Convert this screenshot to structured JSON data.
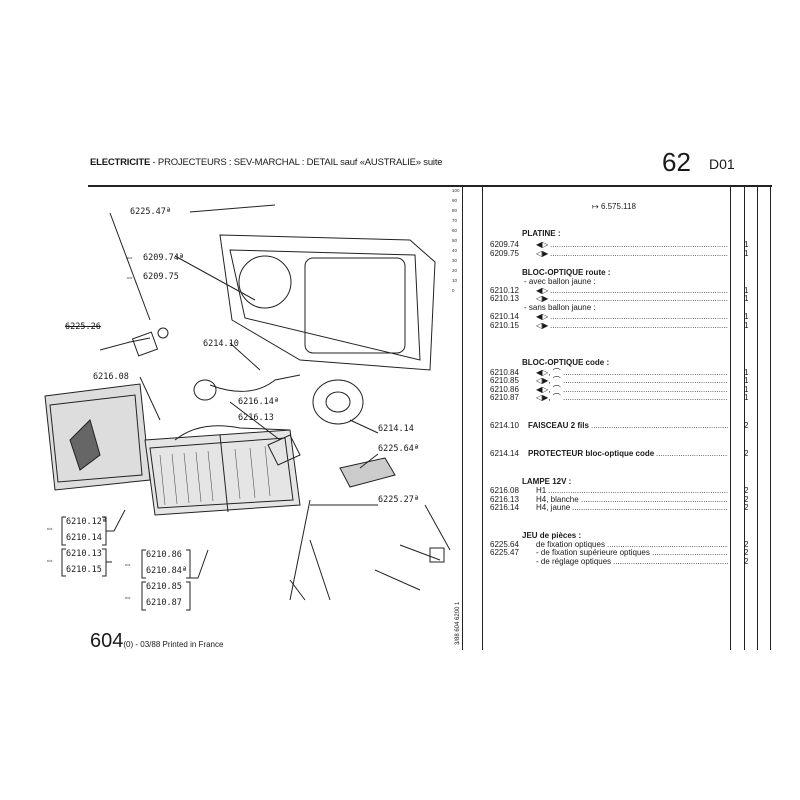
{
  "header": {
    "title_bold": "ELECTRICITE",
    "title_rest": " - PROJECTEURS : SEV-MARCHAL : DETAIL sauf «AUSTRALIE» suite",
    "page_number": "62",
    "page_sub": "D01"
  },
  "reference": {
    "arrow_icon": "arrow-right",
    "number": "6.575.118"
  },
  "parts_list": [
    {
      "type": "header",
      "text": "PLATINE :"
    },
    {
      "type": "item",
      "ref": "6209.74",
      "desc": "◀▷",
      "qty": "1"
    },
    {
      "type": "item",
      "ref": "6209.75",
      "desc": "◁▶",
      "qty": "1"
    },
    {
      "type": "header",
      "text": "BLOC-OPTIQUE route :"
    },
    {
      "type": "sub",
      "text": "- avec ballon jaune :"
    },
    {
      "type": "item",
      "ref": "6210.12",
      "desc": "◀▷",
      "qty": "1"
    },
    {
      "type": "item",
      "ref": "6210.13",
      "desc": "◁▶",
      "qty": "1"
    },
    {
      "type": "sub",
      "text": "- sans ballon jaune :"
    },
    {
      "type": "item",
      "ref": "6210.14",
      "desc": "◀▷",
      "qty": "1"
    },
    {
      "type": "item",
      "ref": "6210.15",
      "desc": "◁▶",
      "qty": "1"
    },
    {
      "type": "header",
      "text": "BLOC-OPTIQUE code :"
    },
    {
      "type": "item",
      "ref": "6210.84",
      "desc": "◀▷, ⌒",
      "qty": "1"
    },
    {
      "type": "item",
      "ref": "6210.85",
      "desc": "◁▶, ⌒",
      "qty": "1"
    },
    {
      "type": "item",
      "ref": "6210.86",
      "desc": "◀▷, ⌒",
      "qty": "1"
    },
    {
      "type": "item",
      "ref": "6210.87",
      "desc": "◁▶, ⌒",
      "qty": "1"
    },
    {
      "type": "item",
      "ref": "6214.10",
      "desc": "FAISCEAU 2 fils",
      "qty": "2",
      "bold": true
    },
    {
      "type": "item",
      "ref": "6214.14",
      "desc": "PROTECTEUR bloc-optique code",
      "qty": "2",
      "bold": true
    },
    {
      "type": "header",
      "text": "LAMPE 12V :"
    },
    {
      "type": "item",
      "ref": "6216.08",
      "desc": "H1",
      "qty": "2"
    },
    {
      "type": "item",
      "ref": "6216.13",
      "desc": "H4, blanche",
      "qty": "2"
    },
    {
      "type": "item",
      "ref": "6216.14",
      "desc": "H4, jaune",
      "qty": "2"
    },
    {
      "type": "header",
      "text": "JEU de pièces :"
    },
    {
      "type": "item",
      "ref": "6225.64",
      "desc": "de fixation optiques",
      "qty": "2"
    },
    {
      "type": "item",
      "ref": "6225.47",
      "desc": "- de fixation supérieure optiques",
      "qty": "2"
    },
    {
      "type": "item",
      "ref": "",
      "desc": "- de réglage optiques",
      "qty": "2"
    }
  ],
  "diagram_labels": [
    {
      "text": "6225.47ª"
    },
    {
      "text": "6209.74ª"
    },
    {
      "text": "6209.75"
    },
    {
      "text": "6225.26",
      "struck": true
    },
    {
      "text": "6214.10"
    },
    {
      "text": "6216.08"
    },
    {
      "text": "6216.14ª"
    },
    {
      "text": "6216.13"
    },
    {
      "text": "6214.14"
    },
    {
      "text": "6225.64ª"
    },
    {
      "text": "6225.27ª"
    },
    {
      "text": "6210.12ª"
    },
    {
      "text": "6210.14"
    },
    {
      "text": "6210.13"
    },
    {
      "text": "6210.15"
    },
    {
      "text": "6210.86"
    },
    {
      "text": "6210.84ª"
    },
    {
      "text": "6210.85"
    },
    {
      "text": "6210.87"
    }
  ],
  "scale_marks": [
    "100",
    "90",
    "80",
    "70",
    "60",
    "50",
    "40",
    "30",
    "20",
    "10",
    "0"
  ],
  "side_code": "3/88   604   6200 1",
  "footer": {
    "model": "604",
    "text": "(0) - 03/88 Printed in France"
  }
}
